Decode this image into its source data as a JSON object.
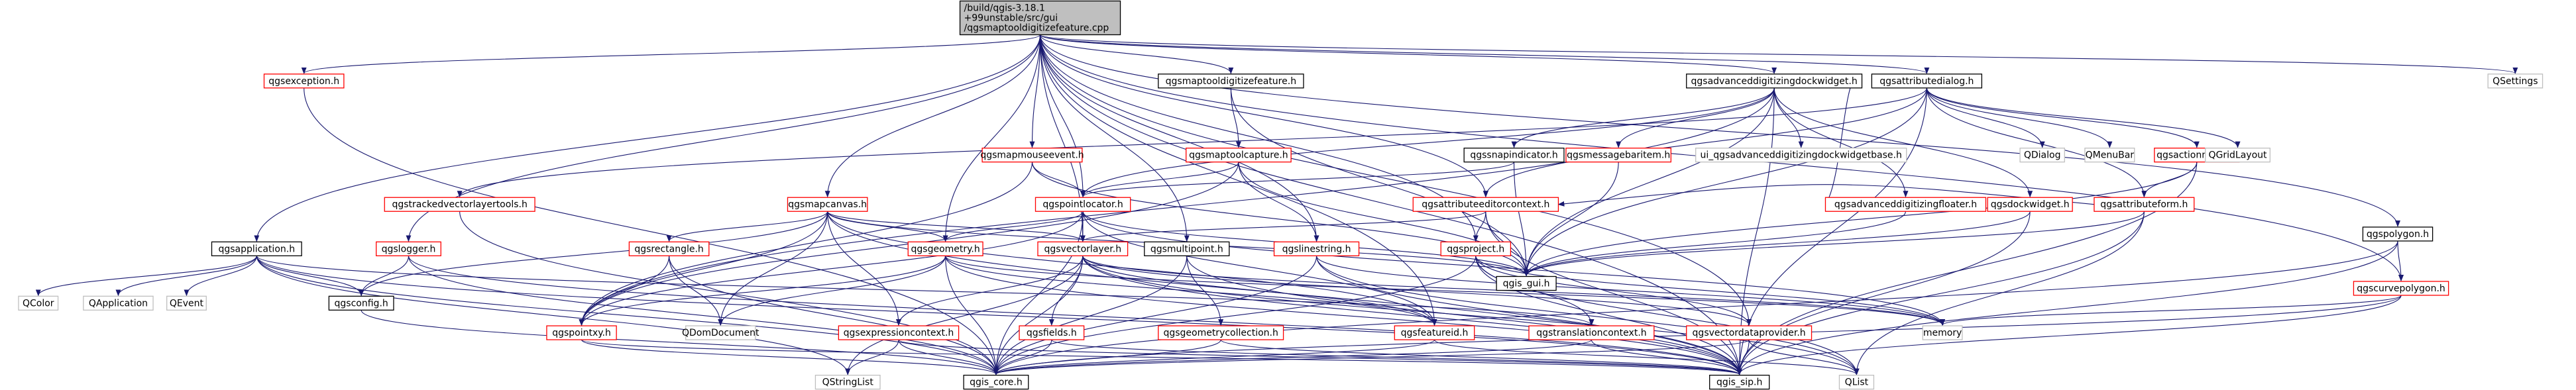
{
  "colors": {
    "edge": "#191970",
    "box_normal": "#000000",
    "box_missing_doc": "#ff0000",
    "box_external": "#bfbfbf",
    "root_fill": "#bfbfbf",
    "label_external": "#7f7f7f"
  },
  "nodes": [
    {
      "id": "root",
      "label": "/build/qgis-3.18.1\n+99unstable/src/gui\n/qgsmaptooldigitizefeature.cpp",
      "kind": "root"
    },
    {
      "id": "qgsapplication",
      "label": "qgsapplication.h",
      "kind": "normal"
    },
    {
      "id": "qgsexception",
      "label": "qgsexception.h",
      "kind": "missing"
    },
    {
      "id": "qgslogger",
      "label": "qgslogger.h",
      "kind": "missing"
    },
    {
      "id": "qgsmapcanvas",
      "label": "qgsmapcanvas.h",
      "kind": "missing"
    },
    {
      "id": "qgsmapmouseevent",
      "label": "qgsmapmouseevent.h",
      "kind": "missing"
    },
    {
      "id": "qgsmaptooldigitizefeature",
      "label": "qgsmaptooldigitizefeature.h",
      "kind": "normal"
    },
    {
      "id": "qgsmaptoolcapture",
      "label": "qgsmaptoolcapture.h",
      "kind": "missing"
    },
    {
      "id": "qgspointlocator",
      "label": "qgspointlocator.h",
      "kind": "missing"
    },
    {
      "id": "qgsadvanceddigitizingdockwidget",
      "label": "qgsadvanceddigitizingdockwidget.h",
      "kind": "normal"
    },
    {
      "id": "qgsattributedialog",
      "label": "qgsattributedialog.h",
      "kind": "normal"
    },
    {
      "id": "qgstrackedvectorlayertools",
      "label": "qgstrackedvectorlayertools.h",
      "kind": "missing"
    },
    {
      "id": "qgsrectangle",
      "label": "qgsrectangle.h",
      "kind": "missing"
    },
    {
      "id": "qgsgeometry",
      "label": "qgsgeometry.h",
      "kind": "missing"
    },
    {
      "id": "qgsvectorlayer",
      "label": "qgsvectorlayer.h",
      "kind": "missing"
    },
    {
      "id": "qgsmultipoint",
      "label": "qgsmultipoint.h",
      "kind": "normal"
    },
    {
      "id": "qgslinestring",
      "label": "qgslinestring.h",
      "kind": "missing"
    },
    {
      "id": "qgsproject",
      "label": "qgsproject.h",
      "kind": "missing"
    },
    {
      "id": "qgsattributeeditorcontext",
      "label": "qgsattributeeditorcontext.h",
      "kind": "missing"
    },
    {
      "id": "qgssnapindicator",
      "label": "qgssnapindicator.h",
      "kind": "normal"
    },
    {
      "id": "qgsmessagebaritem",
      "label": "qgsmessagebaritem.h",
      "kind": "missing"
    },
    {
      "id": "ui_qgsadvanceddigitizingdockwidgetbase",
      "label": "ui_qgsadvanceddigitizingdockwidgetbase.h",
      "kind": "external"
    },
    {
      "id": "qgsadvanceddigitizingfloater",
      "label": "qgsadvanceddigitizingfloater.h",
      "kind": "missing"
    },
    {
      "id": "qgsdockwidget",
      "label": "qgsdockwidget.h",
      "kind": "missing"
    },
    {
      "id": "qgsactionmenu",
      "label": "qgsactionmenu.h",
      "kind": "missing"
    },
    {
      "id": "qgsattributeform",
      "label": "qgsattributeform.h",
      "kind": "missing"
    },
    {
      "id": "qgspolygon",
      "label": "qgspolygon.h",
      "kind": "normal"
    },
    {
      "id": "qgscurvepolygon",
      "label": "qgscurvepolygon.h",
      "kind": "missing"
    },
    {
      "id": "QSettings",
      "label": "QSettings",
      "kind": "external"
    },
    {
      "id": "QDialog",
      "label": "QDialog",
      "kind": "external"
    },
    {
      "id": "QMenuBar",
      "label": "QMenuBar",
      "kind": "external"
    },
    {
      "id": "QGridLayout",
      "label": "QGridLayout",
      "kind": "external"
    },
    {
      "id": "qgis_gui",
      "label": "qgis_gui.h",
      "kind": "normal"
    },
    {
      "id": "QColor",
      "label": "QColor",
      "kind": "external"
    },
    {
      "id": "QApplication",
      "label": "QApplication",
      "kind": "external"
    },
    {
      "id": "QEvent",
      "label": "QEvent",
      "kind": "external"
    },
    {
      "id": "qgsconfig",
      "label": "qgsconfig.h",
      "kind": "normal"
    },
    {
      "id": "qgspointxy",
      "label": "qgspointxy.h",
      "kind": "missing"
    },
    {
      "id": "QDomDocument",
      "label": "QDomDocument",
      "kind": "external"
    },
    {
      "id": "qgsexpressioncontext",
      "label": "qgsexpressioncontext.h",
      "kind": "missing"
    },
    {
      "id": "qgsfields",
      "label": "qgsfields.h",
      "kind": "missing"
    },
    {
      "id": "qgsgeometrycollection",
      "label": "qgsgeometrycollection.h",
      "kind": "missing"
    },
    {
      "id": "qgsfeatureid",
      "label": "qgsfeatureid.h",
      "kind": "missing"
    },
    {
      "id": "qgstranslationcontext",
      "label": "qgstranslationcontext.h",
      "kind": "missing"
    },
    {
      "id": "qgsvectordataprovider",
      "label": "qgsvectordataprovider.h",
      "kind": "missing"
    },
    {
      "id": "memory",
      "label": "memory",
      "kind": "external"
    },
    {
      "id": "QStringList",
      "label": "QStringList",
      "kind": "external"
    },
    {
      "id": "qgis_core",
      "label": "qgis_core.h",
      "kind": "normal"
    },
    {
      "id": "qgis_sip",
      "label": "qgis_sip.h",
      "kind": "normal"
    },
    {
      "id": "QList",
      "label": "QList",
      "kind": "external"
    }
  ],
  "edges": [
    [
      "root",
      "qgsapplication"
    ],
    [
      "root",
      "qgsexception"
    ],
    [
      "root",
      "qgslogger"
    ],
    [
      "root",
      "qgsmapcanvas"
    ],
    [
      "root",
      "qgsmapmouseevent"
    ],
    [
      "root",
      "qgsmaptooldigitizefeature"
    ],
    [
      "root",
      "qgsadvanceddigitizingdockwidget"
    ],
    [
      "root",
      "qgsattributedialog"
    ],
    [
      "root",
      "qgspolygon"
    ],
    [
      "root",
      "qgscurvepolygon"
    ],
    [
      "root",
      "QSettings"
    ],
    [
      "root",
      "qgsvectorlayer"
    ],
    [
      "root",
      "qgsgeometry"
    ],
    [
      "root",
      "qgsproject"
    ],
    [
      "root",
      "qgsmultipoint"
    ],
    [
      "root",
      "qgslinestring"
    ],
    [
      "root",
      "qgsfeatureid"
    ],
    [
      "root",
      "qgspointlocator"
    ],
    [
      "root",
      "qgsattributeeditorcontext"
    ],
    [
      "root",
      "qgis_sip"
    ],
    [
      "root",
      "qgsvectordataprovider"
    ],
    [
      "qgsapplication",
      "QColor"
    ],
    [
      "qgsapplication",
      "QApplication"
    ],
    [
      "qgsapplication",
      "QEvent"
    ],
    [
      "qgsapplication",
      "qgsconfig"
    ],
    [
      "qgsapplication",
      "qgis_core"
    ],
    [
      "qgsapplication",
      "qgis_sip"
    ],
    [
      "qgsapplication",
      "qgstranslationcontext"
    ],
    [
      "qgsapplication",
      "QStringList"
    ],
    [
      "qgsexception",
      "qgis_core"
    ],
    [
      "qgslogger",
      "qgis_core"
    ],
    [
      "qgslogger",
      "qgsconfig"
    ],
    [
      "qgslogger",
      "qgis_sip"
    ],
    [
      "qgsmapcanvas",
      "qgsconfig"
    ],
    [
      "qgsmapcanvas",
      "qgsrectangle"
    ],
    [
      "qgsmapcanvas",
      "qgsgeometry"
    ],
    [
      "qgsmapcanvas",
      "qgsvectorlayer"
    ],
    [
      "qgsmapcanvas",
      "qgis_gui"
    ],
    [
      "qgsmapcanvas",
      "QDomDocument"
    ],
    [
      "qgsmapcanvas",
      "qgsexpressioncontext"
    ],
    [
      "qgsmapcanvas",
      "qgsfeatureid"
    ],
    [
      "qgsmapcanvas",
      "qgis_sip"
    ],
    [
      "qgsmapcanvas",
      "qgspointxy"
    ],
    [
      "qgsmapmouseevent",
      "qgspointlocator"
    ],
    [
      "qgsmapmouseevent",
      "qgspointxy"
    ],
    [
      "qgsmapmouseevent",
      "qgis_gui"
    ],
    [
      "qgsmaptooldigitizefeature",
      "qgsmaptoolcapture"
    ],
    [
      "qgsmaptooldigitizefeature",
      "qgis_gui"
    ],
    [
      "qgsmaptoolcapture",
      "qgspointlocator"
    ],
    [
      "qgsmaptoolcapture",
      "qgis_gui"
    ],
    [
      "qgsmaptoolcapture",
      "qgspointxy"
    ],
    [
      "qgsmaptoolcapture",
      "qgslinestring"
    ],
    [
      "qgspointlocator",
      "qgsgeometry"
    ],
    [
      "qgspointlocator",
      "qgsvectorlayer"
    ],
    [
      "qgspointlocator",
      "qgis_gui"
    ],
    [
      "qgspointlocator",
      "qgspointxy"
    ],
    [
      "qgspointlocator",
      "qgsfeatureid"
    ],
    [
      "qgspointlocator",
      "memory"
    ],
    [
      "qgspointlocator",
      "qgis_core"
    ],
    [
      "qgsadvanceddigitizingdockwidget",
      "qgssnapindicator"
    ],
    [
      "qgsadvanceddigitizingdockwidget",
      "qgsmessagebaritem"
    ],
    [
      "qgsadvanceddigitizingdockwidget",
      "ui_qgsadvanceddigitizingdockwidgetbase"
    ],
    [
      "qgsadvanceddigitizingdockwidget",
      "qgsadvanceddigitizingfloater"
    ],
    [
      "qgsadvanceddigitizingdockwidget",
      "qgsdockwidget"
    ],
    [
      "qgsadvanceddigitizingdockwidget",
      "qgis_gui"
    ],
    [
      "qgsadvanceddigitizingdockwidget",
      "qgspointlocator"
    ],
    [
      "qgsadvanceddigitizingdockwidget",
      "qgspointxy"
    ],
    [
      "qgsadvanceddigitizingdockwidget",
      "qgis_sip"
    ],
    [
      "qgsadvanceddigitizingfloater",
      "qgsadvanceddigitizingdockwidget"
    ],
    [
      "qgssnapindicator",
      "qgis_gui"
    ],
    [
      "qgssnapindicator",
      "qgspointlocator"
    ],
    [
      "qgsmessagebaritem",
      "qgis_gui"
    ],
    [
      "qgsadvanceddigitizingfloater",
      "qgis_gui"
    ],
    [
      "qgsdockwidget",
      "qgis_gui"
    ],
    [
      "qgsdockwidget",
      "qgis_sip"
    ],
    [
      "qgsattributedialog",
      "QDialog"
    ],
    [
      "qgsattributedialog",
      "QMenuBar"
    ],
    [
      "qgsattributedialog",
      "QGridLayout"
    ],
    [
      "qgsattributedialog",
      "qgsactionmenu"
    ],
    [
      "qgsattributedialog",
      "qgsattributeform"
    ],
    [
      "qgsattributedialog",
      "qgis_gui"
    ],
    [
      "qgsattributedialog",
      "qgstrackedvectorlayertools"
    ],
    [
      "qgsattributedialog",
      "qgsattributeeditorcontext"
    ],
    [
      "qgsattributedialog",
      "qgis_sip"
    ],
    [
      "qgsactionmenu",
      "qgsattributeform"
    ],
    [
      "qgsactionmenu",
      "qgis_gui"
    ],
    [
      "qgsactionmenu",
      "qgis_sip"
    ],
    [
      "qgsattributeform",
      "qgsattributeeditorcontext"
    ],
    [
      "qgsattributeform",
      "qgis_gui"
    ],
    [
      "qgsattributeform",
      "qgis_sip"
    ],
    [
      "qgsattributeform",
      "QList"
    ],
    [
      "qgstrackedvectorlayertools",
      "qgis_core"
    ],
    [
      "qgsattributeeditorcontext",
      "qgis_gui"
    ],
    [
      "qgsattributeeditorcontext",
      "qgsvectorlayer"
    ],
    [
      "qgsattributeeditorcontext",
      "qgsproject"
    ],
    [
      "qgsattributeeditorcontext",
      "qgis_sip"
    ],
    [
      "qgsrectangle",
      "qgspointxy"
    ],
    [
      "qgsrectangle",
      "qgis_core"
    ],
    [
      "qgsrectangle",
      "QDomDocument"
    ],
    [
      "qgsgeometry",
      "qgspointxy"
    ],
    [
      "qgsgeometry",
      "QDomDocument"
    ],
    [
      "qgsgeometry",
      "qgis_core"
    ],
    [
      "qgsgeometry",
      "qgsfeatureid"
    ],
    [
      "qgsgeometry",
      "memory"
    ],
    [
      "qgsgeometry",
      "qgis_sip"
    ],
    [
      "qgsvectorlayer",
      "qgsexpressioncontext"
    ],
    [
      "qgsvectorlayer",
      "qgsfields"
    ],
    [
      "qgsvectorlayer",
      "qgsfeatureid"
    ],
    [
      "qgsvectorlayer",
      "qgsvectordataprovider"
    ],
    [
      "qgsvectorlayer",
      "qgis_core"
    ],
    [
      "qgsvectorlayer",
      "QStringList"
    ],
    [
      "qgsvectorlayer",
      "QList"
    ],
    [
      "qgsvectorlayer",
      "qgis_sip"
    ],
    [
      "qgsvectorlayer",
      "memory"
    ],
    [
      "qgsmultipoint",
      "qgsgeometrycollection"
    ],
    [
      "qgsmultipoint",
      "qgis_core"
    ],
    [
      "qgsmultipoint",
      "qgis_sip"
    ],
    [
      "qgslinestring",
      "qgis_core"
    ],
    [
      "qgslinestring",
      "qgis_sip"
    ],
    [
      "qgslinestring",
      "QList"
    ],
    [
      "qgslinestring",
      "memory"
    ],
    [
      "qgsproject",
      "qgstranslationcontext"
    ],
    [
      "qgsproject",
      "qgis_core"
    ],
    [
      "qgsproject",
      "qgis_sip"
    ],
    [
      "qgsproject",
      "qgsvectordataprovider"
    ],
    [
      "qgsproject",
      "memory"
    ],
    [
      "qgsproject",
      "QList"
    ],
    [
      "qgspolygon",
      "qgscurvepolygon"
    ],
    [
      "qgspolygon",
      "qgis_core"
    ],
    [
      "qgspolygon",
      "qgis_sip"
    ],
    [
      "qgscurvepolygon",
      "qgis_core"
    ],
    [
      "qgscurvepolygon",
      "qgis_sip"
    ],
    [
      "qgscurvepolygon",
      "memory"
    ],
    [
      "qgsexpressioncontext",
      "qgis_core"
    ],
    [
      "qgsexpressioncontext",
      "qgis_sip"
    ],
    [
      "qgsexpressioncontext",
      "QStringList"
    ],
    [
      "qgsfields",
      "qgis_core"
    ],
    [
      "qgsfields",
      "qgis_sip"
    ],
    [
      "qgsgeometrycollection",
      "qgis_core"
    ],
    [
      "qgsgeometrycollection",
      "qgis_sip"
    ],
    [
      "qgsfeatureid",
      "qgis_core"
    ],
    [
      "qgsfeatureid",
      "QList"
    ],
    [
      "qgstranslationcontext",
      "qgis_core"
    ],
    [
      "qgstranslationcontext",
      "qgis_sip"
    ],
    [
      "qgsvectordataprovider",
      "qgis_core"
    ],
    [
      "qgsvectordataprovider",
      "qgis_sip"
    ],
    [
      "qgsvectordataprovider",
      "QList"
    ],
    [
      "qgspointxy",
      "qgis_core"
    ],
    [
      "qgspointxy",
      "qgis_sip"
    ],
    [
      "qgsconfig",
      "qgis_core"
    ]
  ]
}
